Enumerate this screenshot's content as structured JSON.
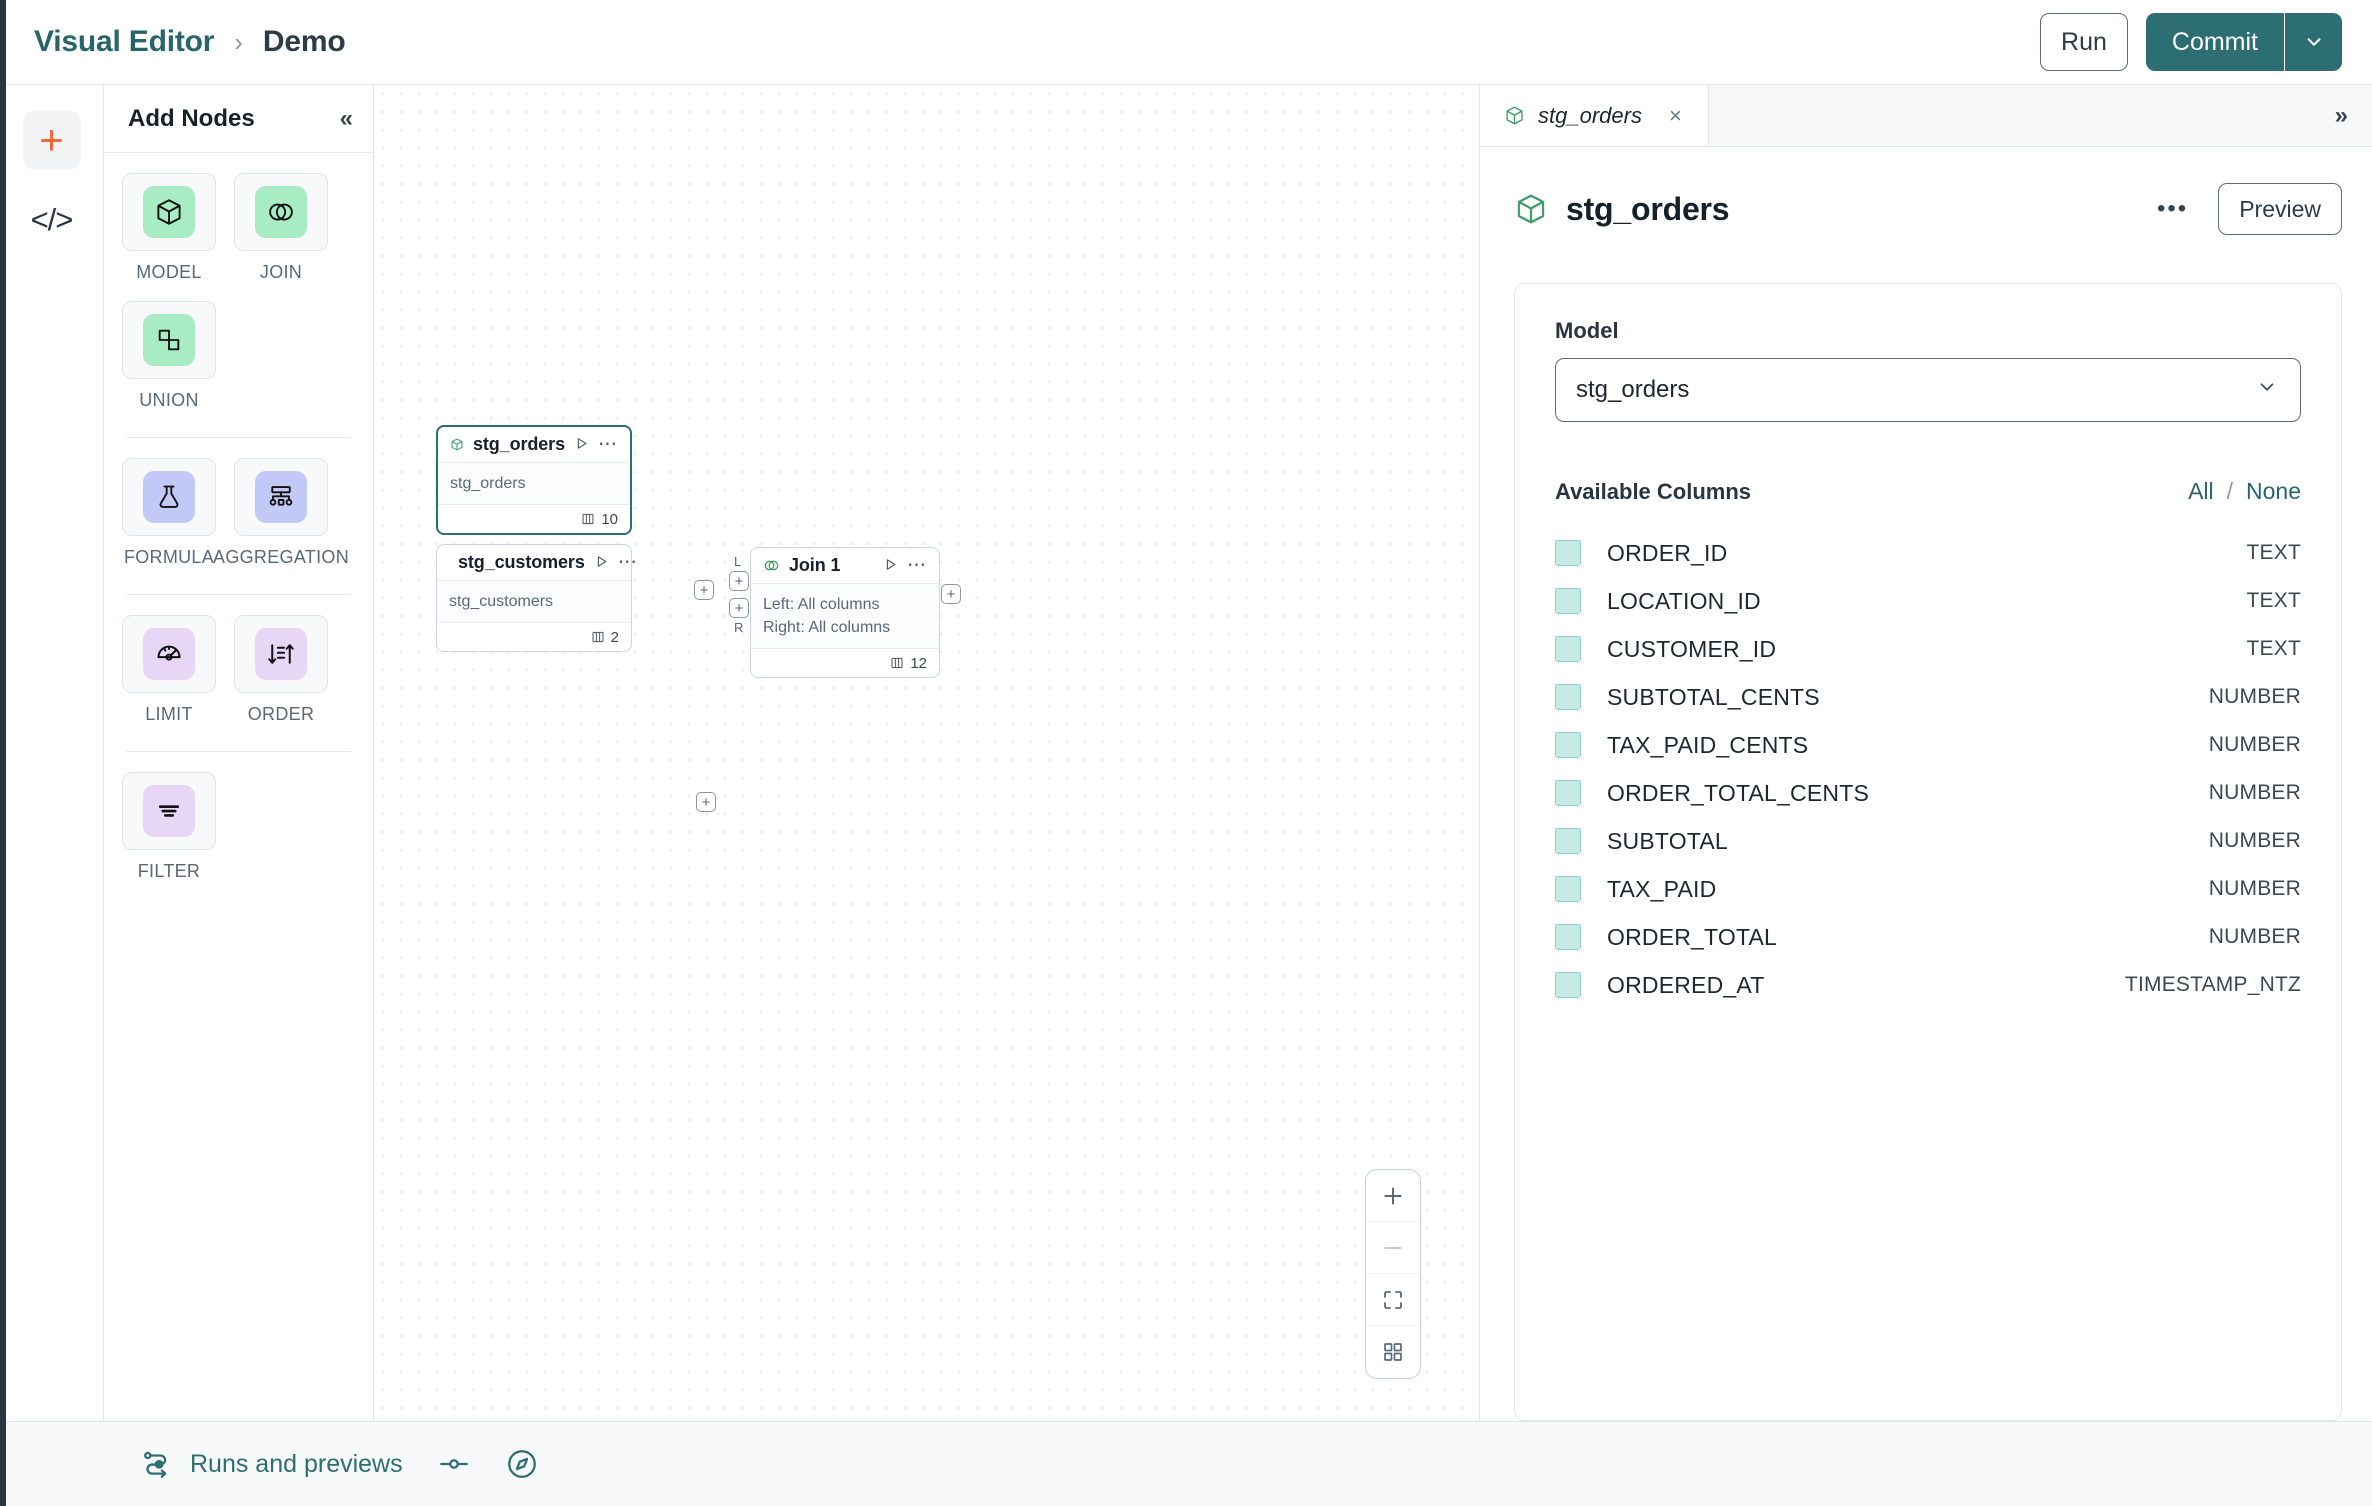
{
  "header": {
    "breadcrumb_root": "Visual Editor",
    "breadcrumb_sep": "›",
    "breadcrumb_current": "Demo",
    "run_label": "Run",
    "commit_label": "Commit"
  },
  "rail": {
    "add_icon": "plus-icon",
    "code_icon": "code-icon",
    "code_glyph": "</>"
  },
  "nodes_panel": {
    "title": "Add Nodes",
    "collapse_glyph": "«",
    "groups": [
      {
        "items": [
          {
            "label": "MODEL",
            "icon": "cube-icon",
            "color": "#a8ecc3"
          },
          {
            "label": "JOIN",
            "icon": "venn-icon",
            "color": "#a8ecc3"
          },
          {
            "label": "UNION",
            "icon": "union-icon",
            "color": "#a8ecc3"
          }
        ]
      },
      {
        "items": [
          {
            "label": "FORMULA",
            "icon": "flask-icon",
            "color": "#c3c9f7"
          },
          {
            "label": "AGGREGATION",
            "icon": "aggregation-icon",
            "color": "#c3c9f7"
          }
        ]
      },
      {
        "items": [
          {
            "label": "LIMIT",
            "icon": "gauge-icon",
            "color": "#e8d6f7"
          },
          {
            "label": "ORDER",
            "icon": "sort-icon",
            "color": "#e8d6f7"
          }
        ]
      },
      {
        "items": [
          {
            "label": "FILTER",
            "icon": "filter-icon",
            "color": "#e8d6f7"
          }
        ]
      }
    ]
  },
  "canvas": {
    "nodes": [
      {
        "id": "stg_orders",
        "title": "stg_orders",
        "icon": "cube-icon",
        "body": "stg_orders",
        "columns_count": "10",
        "selected": true
      },
      {
        "id": "stg_customers",
        "title": "stg_customers",
        "icon": "cube-icon",
        "body": "stg_customers",
        "columns_count": "2",
        "selected": false
      },
      {
        "id": "join_1",
        "title": "Join 1",
        "icon": "venn-icon",
        "body_left": "Left: All columns",
        "body_right": "Right: All columns",
        "columns_count": "12",
        "selected": false,
        "input_left_label": "L",
        "input_right_label": "R"
      }
    ],
    "handle_glyph": "+",
    "zoom_controls": {
      "zoom_in": "zoom-in-icon",
      "zoom_out": "zoom-out-icon",
      "fit_view": "fit-view-icon",
      "toggle_interactivity": "grid-icon"
    }
  },
  "right_panel": {
    "tab_label": "stg_orders",
    "tab_close_glyph": "×",
    "expand_glyph": "»",
    "title": "stg_orders",
    "menu_glyph": "•••",
    "preview_label": "Preview",
    "model_label": "Model",
    "model_value": "stg_orders",
    "columns_title": "Available Columns",
    "select_all_label": "All",
    "select_divider": "/",
    "select_none_label": "None",
    "columns": [
      {
        "name": "ORDER_ID",
        "type": "TEXT",
        "checked": true
      },
      {
        "name": "LOCATION_ID",
        "type": "TEXT",
        "checked": true
      },
      {
        "name": "CUSTOMER_ID",
        "type": "TEXT",
        "checked": true
      },
      {
        "name": "SUBTOTAL_CENTS",
        "type": "NUMBER",
        "checked": true
      },
      {
        "name": "TAX_PAID_CENTS",
        "type": "NUMBER",
        "checked": true
      },
      {
        "name": "ORDER_TOTAL_CENTS",
        "type": "NUMBER",
        "checked": true
      },
      {
        "name": "SUBTOTAL",
        "type": "NUMBER",
        "checked": true
      },
      {
        "name": "TAX_PAID",
        "type": "NUMBER",
        "checked": true
      },
      {
        "name": "ORDER_TOTAL",
        "type": "NUMBER",
        "checked": true
      },
      {
        "name": "ORDERED_AT",
        "type": "TIMESTAMP_NTZ",
        "checked": true
      }
    ]
  },
  "footer": {
    "runs_label": "Runs and previews",
    "runs_icon": "flow-icon",
    "slider_icon": "slider-icon",
    "compass_icon": "compass-icon"
  },
  "colors": {
    "accent_teal": "#2d6e72",
    "link_teal": "#27656a",
    "orange": "#f2683c",
    "green_tile": "#a8ecc3",
    "checkbox_mint": "#c5eae6"
  }
}
